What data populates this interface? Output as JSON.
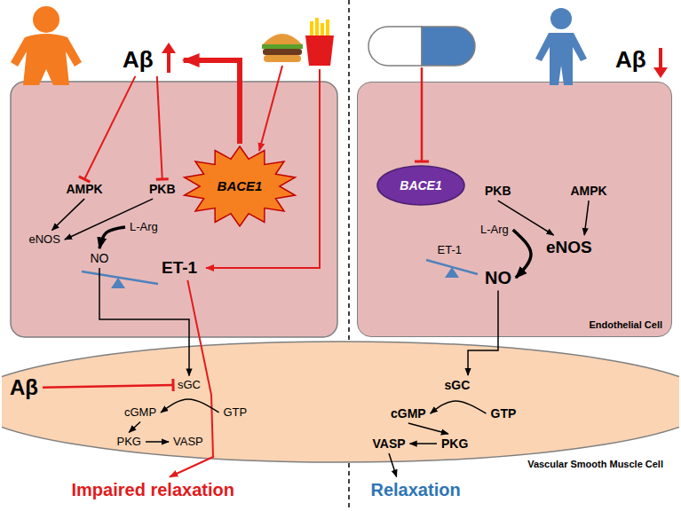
{
  "diagram": {
    "nodes": [
      {
        "text": [
          "Aβ"
        ]
      },
      {
        "text": [
          "Aβ"
        ]
      },
      {
        "text": [
          "BACE1"
        ]
      },
      {
        "text": [
          "AMPK"
        ]
      },
      {
        "text": [
          "PKB"
        ]
      },
      {
        "text": [
          "eNOS"
        ]
      },
      {
        "text": [
          "L-Arg"
        ]
      },
      {
        "text": [
          "NO"
        ]
      },
      {
        "text": [
          "ET-1"
        ]
      },
      {
        "text": [
          "Endothelial Cell"
        ]
      },
      {
        "text": [
          "BACE1"
        ],
        "in": 9
      },
      {
        "text": [
          "PKB"
        ],
        "in": 9
      },
      {
        "text": [
          "AMPK"
        ],
        "in": 9
      },
      {
        "text": [
          "L-Arg"
        ],
        "in": 9
      },
      {
        "text": [
          "eNOS"
        ],
        "in": 9
      },
      {
        "text": [
          "ET-1"
        ],
        "in": 9
      },
      {
        "text": [
          "NO"
        ],
        "in": 9
      },
      {
        "text": [
          "Vascular Smooth Muscle Cell"
        ]
      },
      {
        "text": [
          "sGC"
        ],
        "in": 17
      },
      {
        "text": [
          "cGMP"
        ],
        "in": 17
      },
      {
        "text": [
          "GTP"
        ],
        "in": 17
      },
      {
        "text": [
          "PKG"
        ],
        "in": 17
      },
      {
        "text": [
          "VASP"
        ],
        "in": 17
      },
      {
        "text": [
          "sGC"
        ],
        "in": 17
      },
      {
        "text": [
          "cGMP"
        ],
        "in": 17
      },
      {
        "text": [
          "GTP"
        ],
        "in": 17
      },
      {
        "text": [
          "PKG"
        ],
        "in": 17
      },
      {
        "text": [
          "VASP"
        ],
        "in": 17
      },
      {
        "text": [
          "Aβ"
        ]
      },
      {
        "text": [
          "Impaired relaxation"
        ]
      },
      {
        "text": [
          "Relaxation"
        ]
      }
    ],
    "edges": [
      {
        "from": 2,
        "to": 0,
        "arrow": "to"
      },
      {
        "from": 0,
        "to": 3,
        "arrow": "to"
      },
      {
        "from": 0,
        "to": 4,
        "arrow": "to"
      },
      {
        "from": 3,
        "to": 5,
        "arrow": "to"
      },
      {
        "from": 4,
        "to": 5,
        "arrow": "to"
      },
      {
        "from": 6,
        "to": 7,
        "arrow": "to"
      },
      {
        "from": 8,
        "to": 29,
        "arrow": "to"
      },
      {
        "from": 7,
        "to": 18,
        "arrow": "to"
      },
      {
        "from": 28,
        "to": 18,
        "arrow": "to"
      },
      {
        "from": 20,
        "to": 19,
        "arrow": "to"
      },
      {
        "from": 19,
        "to": 21,
        "arrow": "to"
      },
      {
        "from": 21,
        "to": 22,
        "arrow": "to"
      },
      {
        "from": 11,
        "to": 14,
        "arrow": "to"
      },
      {
        "from": 12,
        "to": 14,
        "arrow": "to"
      },
      {
        "from": 13,
        "to": 16,
        "arrow": "to"
      },
      {
        "from": 16,
        "to": 23,
        "arrow": "to"
      },
      {
        "from": 25,
        "to": 24,
        "arrow": "to"
      },
      {
        "from": 24,
        "to": 26,
        "arrow": "to"
      },
      {
        "from": 26,
        "to": 27,
        "arrow": "to"
      },
      {
        "from": 27,
        "to": 30,
        "arrow": "to"
      }
    ]
  }
}
